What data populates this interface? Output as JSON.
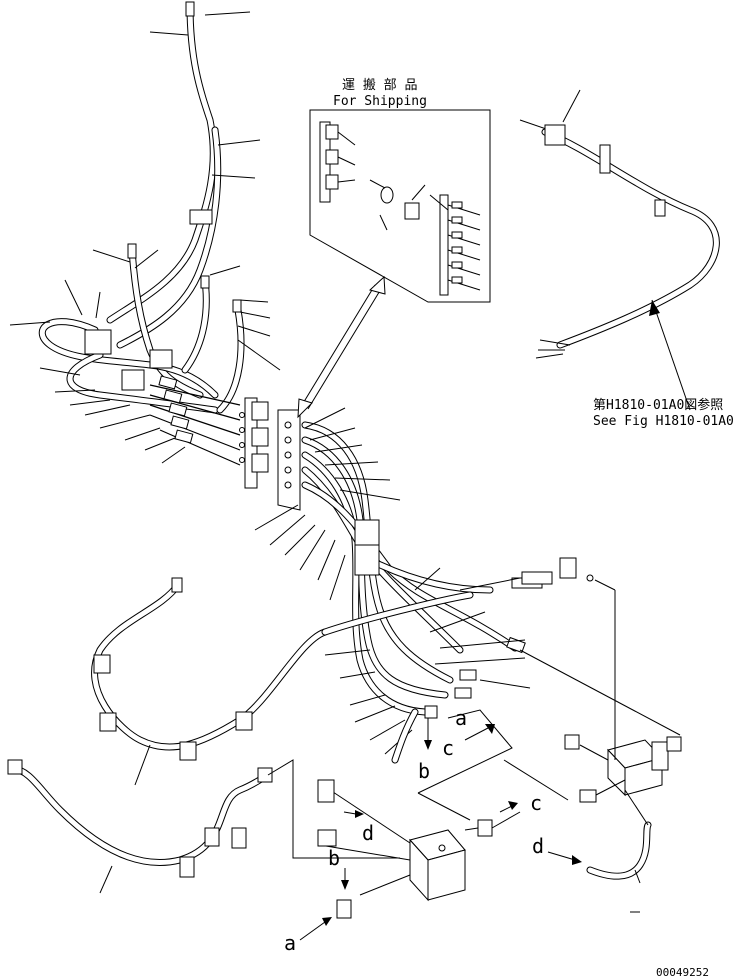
{
  "shipping_box": {
    "title_jp": "運 搬 部 品",
    "title_en": "For Shipping"
  },
  "reference": {
    "line_jp": "第H1810-01A0図参照",
    "line_en": "See Fig H1810-01A0"
  },
  "callout_letters": {
    "a1": "a",
    "a2": "a",
    "b1": "b",
    "b2": "b",
    "c1": "c",
    "c2": "c",
    "d1": "d",
    "d2": "d"
  },
  "part_number": "00049252"
}
